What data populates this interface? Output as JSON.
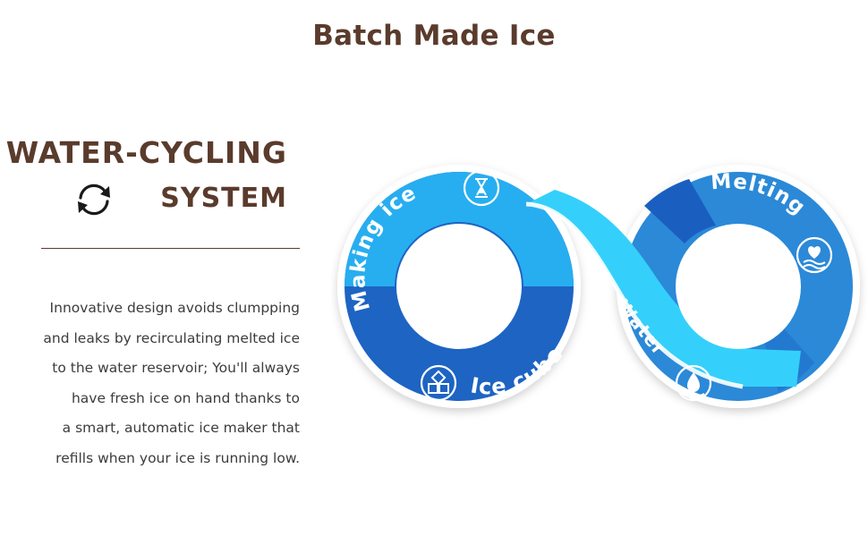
{
  "header": {
    "title": "Batch Made Ice"
  },
  "feature": {
    "heading_line1": "WATER-CYCLING",
    "heading_line2": "SYSTEM",
    "heading_icon": "cycle-arrows-icon",
    "description": "Innovative design avoids clumpping\nand leaks by recirculating melted ice\nto the water reservoir;  You'll always\nhave fresh ice on hand thanks to\na smart, automatic ice maker that\nrefills when your ice is running low."
  },
  "diagram": {
    "stages": [
      {
        "label": "Making ice",
        "icon": "hourglass-icon"
      },
      {
        "label": "Melting",
        "icon": "melting-heart-icon"
      },
      {
        "label": "Water",
        "icon": "water-drop-icon"
      },
      {
        "label": "Ice cube",
        "icon": "ice-cubes-icon"
      }
    ]
  },
  "colors": {
    "brown": "#5a3b2c",
    "light_blue": "#27aef0",
    "cyan": "#33d2ff",
    "mid_blue": "#2b88d8",
    "dark_blue": "#1a5fc0"
  }
}
